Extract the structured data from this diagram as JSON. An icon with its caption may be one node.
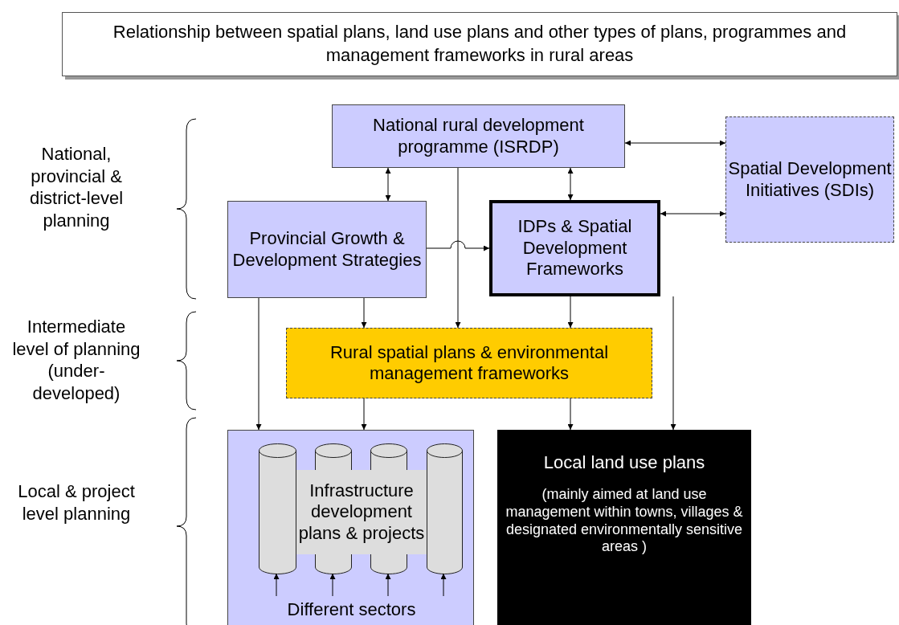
{
  "diagram": {
    "title": "Relationship between spatial plans, land use plans and other types of plans, programmes and management frameworks in rural areas",
    "nodes": [
      {
        "text": [
          "National rural development programme (ISRDP)"
        ]
      },
      {
        "text": [
          "Spatial Development Initiatives (SDIs)"
        ]
      },
      {
        "text": [
          "Provincial Growth & Development Strategies"
        ]
      },
      {
        "text": [
          "IDPs & Spatial Development Frameworks"
        ]
      },
      {
        "text": [
          "Rural spatial plans & environmental management frameworks"
        ]
      },
      {
        "text": [],
        "shape": "box"
      },
      {
        "text": [
          "Infrastructure development plans & projects"
        ],
        "in": 5
      },
      {
        "text": [],
        "shape": "cylinder",
        "in": 5
      },
      {
        "text": [],
        "shape": "cylinder",
        "in": 5
      },
      {
        "text": [],
        "shape": "cylinder",
        "in": 5
      },
      {
        "text": [],
        "shape": "cylinder",
        "in": 5
      },
      {
        "text": [
          "Different sectors"
        ],
        "in": 5
      },
      {
        "text": [
          "Local land use plans",
          "(mainly aimed at land use management within towns, villages & designated environmentally sensitive areas )"
        ]
      }
    ],
    "edges": [
      {
        "from": 0,
        "to": 1,
        "arrow": "both"
      },
      {
        "from": 0,
        "to": 2,
        "arrow": "both"
      },
      {
        "from": 0,
        "to": 3,
        "arrow": "both"
      },
      {
        "from": 3,
        "to": 1,
        "arrow": "both"
      },
      {
        "from": 2,
        "to": 3,
        "arrow": "to"
      },
      {
        "from": 0,
        "to": 4,
        "arrow": "to"
      },
      {
        "from": 2,
        "to": 4,
        "arrow": "to"
      },
      {
        "from": 3,
        "to": 4,
        "arrow": "to"
      },
      {
        "from": 2,
        "to": 5,
        "arrow": "to"
      },
      {
        "from": 4,
        "to": 5,
        "arrow": "to"
      },
      {
        "from": 4,
        "to": 12,
        "arrow": "to"
      },
      {
        "from": 3,
        "to": 12,
        "arrow": "to"
      },
      {
        "from": 11,
        "to": 7,
        "arrow": "to"
      },
      {
        "from": 11,
        "to": 8,
        "arrow": "to"
      },
      {
        "from": 11,
        "to": 9,
        "arrow": "to"
      },
      {
        "from": 11,
        "to": 10,
        "arrow": "to"
      }
    ],
    "labels": [
      "National, provincial & district-level planning",
      "Intermediate level of planning (under-developed)",
      "Local & project level planning"
    ]
  }
}
